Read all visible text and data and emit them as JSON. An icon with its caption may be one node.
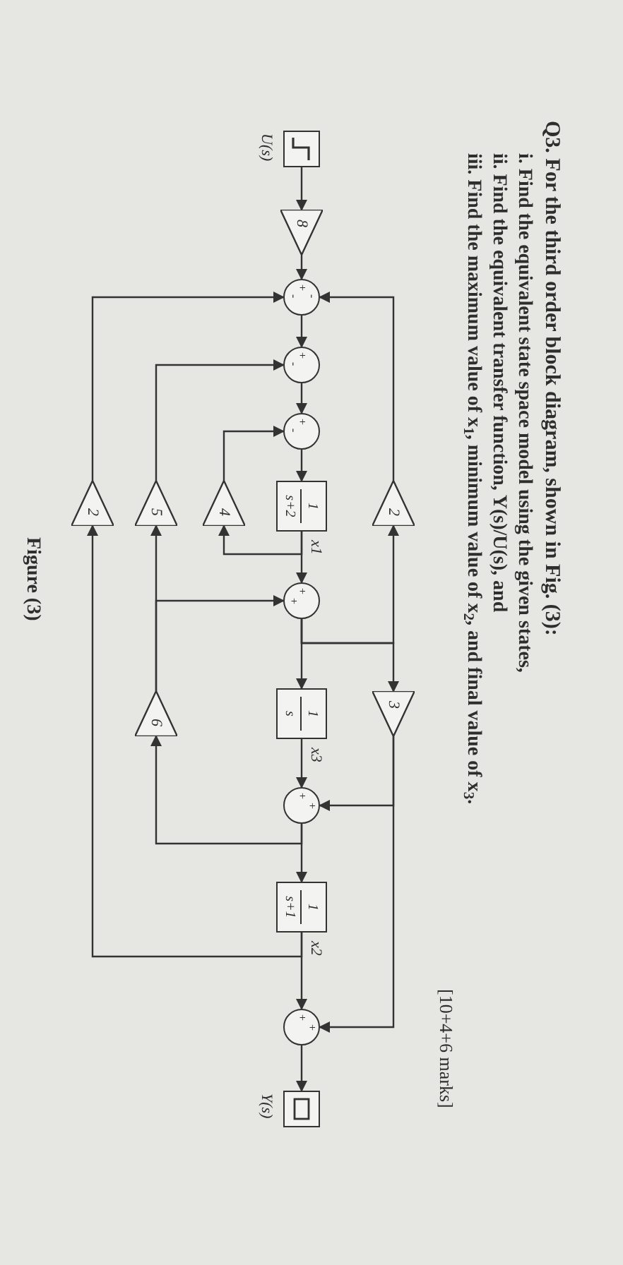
{
  "diagram": {
    "title": "Q3. For the third order block diagram, shown in Fig. (3):",
    "caption": "Figure (3)",
    "nodes": [
      {
        "text": [],
        "shape": "box",
        "beside": [
          "U(s)"
        ]
      },
      {
        "text": [
          "8"
        ]
      },
      {
        "text": [
          "+",
          "-",
          "-"
        ]
      },
      {
        "text": [
          "+",
          "-"
        ]
      },
      {
        "text": [
          "+",
          "-"
        ]
      },
      {
        "text": [
          "1",
          "s+2"
        ]
      },
      {
        "text": [
          "+",
          "+"
        ]
      },
      {
        "text": [
          "1",
          "s"
        ]
      },
      {
        "text": [
          "+",
          "+"
        ]
      },
      {
        "text": [
          "1",
          "s+1"
        ]
      },
      {
        "text": [
          "+",
          "+"
        ]
      },
      {
        "text": [],
        "shape": "box",
        "beside": [
          "Y(s)"
        ]
      },
      {
        "text": [
          "2"
        ]
      },
      {
        "text": [
          "3"
        ]
      },
      {
        "text": [
          "4"
        ]
      },
      {
        "text": [
          "5"
        ]
      },
      {
        "text": [
          "6"
        ]
      },
      {
        "text": [
          "2"
        ]
      }
    ],
    "edges": [
      {
        "from": 0,
        "to": 1,
        "arrow": "to"
      },
      {
        "from": 1,
        "to": 2,
        "arrow": "to"
      },
      {
        "from": 2,
        "to": 3,
        "arrow": "to"
      },
      {
        "from": 3,
        "to": 4,
        "arrow": "to"
      },
      {
        "from": 4,
        "to": 5,
        "arrow": "to"
      },
      {
        "from": 5,
        "to": 6,
        "arrow": "to",
        "label": "x1"
      },
      {
        "from": 5,
        "to": 14,
        "arrow": "to"
      },
      {
        "from": 14,
        "to": 4,
        "arrow": "to"
      },
      {
        "from": 6,
        "to": 7,
        "arrow": "to"
      },
      {
        "from": 6,
        "to": 12,
        "arrow": "to"
      },
      {
        "from": 6,
        "to": 13,
        "arrow": "to"
      },
      {
        "from": 12,
        "to": 2,
        "arrow": "to"
      },
      {
        "from": 13,
        "to": 8,
        "arrow": "to"
      },
      {
        "from": 13,
        "to": 10,
        "arrow": "to"
      },
      {
        "from": 7,
        "to": 8,
        "arrow": "to",
        "label": "x3"
      },
      {
        "from": 8,
        "to": 9,
        "arrow": "to"
      },
      {
        "from": 8,
        "to": 16,
        "arrow": "to"
      },
      {
        "from": 16,
        "to": 15,
        "arrow": "to"
      },
      {
        "from": 16,
        "to": 6,
        "arrow": "to"
      },
      {
        "from": 15,
        "to": 3,
        "arrow": "to"
      },
      {
        "from": 9,
        "to": 10,
        "arrow": "to",
        "label": "x2"
      },
      {
        "from": 9,
        "to": 17,
        "arrow": "to"
      },
      {
        "from": 17,
        "to": 2,
        "arrow": "to"
      },
      {
        "from": 10,
        "to": 11,
        "arrow": "to"
      }
    ],
    "labels": [
      "i. Find the equivalent state space model using the given states,",
      "ii. Find the equivalent transfer function, Y(s)/U(s), and",
      "iii. Find the maximum value of x$_{1}$, minimum value of x$_{2}$, and final value of x$_{3}$.",
      "[10+4+6 marks]"
    ]
  }
}
